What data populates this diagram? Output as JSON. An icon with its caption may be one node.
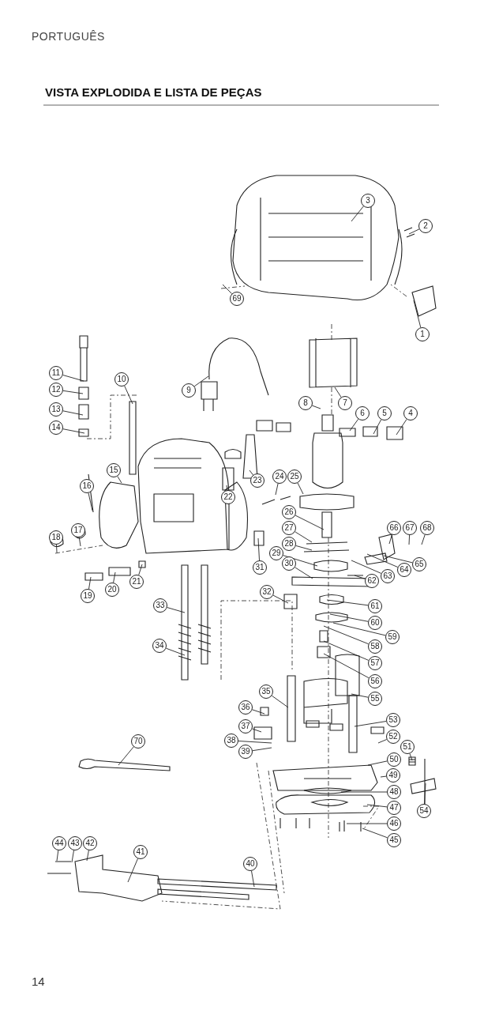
{
  "diagram": {
    "title": "VISTA EXPLODIDA E LISTA DE PEÇAS",
    "nodes": [
      {
        "text": [
          "1"
        ]
      },
      {
        "text": [
          "2"
        ]
      },
      {
        "text": [
          "3"
        ]
      },
      {
        "text": [
          "4"
        ]
      },
      {
        "text": [
          "5"
        ]
      },
      {
        "text": [
          "6"
        ]
      },
      {
        "text": [
          "7"
        ]
      },
      {
        "text": [
          "8"
        ]
      },
      {
        "text": [
          "9"
        ]
      },
      {
        "text": [
          "10"
        ]
      },
      {
        "text": [
          "11"
        ]
      },
      {
        "text": [
          "12"
        ]
      },
      {
        "text": [
          "13"
        ]
      },
      {
        "text": [
          "14"
        ]
      },
      {
        "text": [
          "15"
        ]
      },
      {
        "text": [
          "16"
        ]
      },
      {
        "text": [
          "17"
        ]
      },
      {
        "text": [
          "18"
        ]
      },
      {
        "text": [
          "19"
        ]
      },
      {
        "text": [
          "20"
        ]
      },
      {
        "text": [
          "21"
        ]
      },
      {
        "text": [
          "22"
        ]
      },
      {
        "text": [
          "23"
        ]
      },
      {
        "text": [
          "24"
        ]
      },
      {
        "text": [
          "25"
        ]
      },
      {
        "text": [
          "26"
        ]
      },
      {
        "text": [
          "27"
        ]
      },
      {
        "text": [
          "28"
        ]
      },
      {
        "text": [
          "29"
        ]
      },
      {
        "text": [
          "30"
        ]
      },
      {
        "text": [
          "31"
        ]
      },
      {
        "text": [
          "32"
        ]
      },
      {
        "text": [
          "33"
        ]
      },
      {
        "text": [
          "34"
        ]
      },
      {
        "text": [
          "35"
        ]
      },
      {
        "text": [
          "36"
        ]
      },
      {
        "text": [
          "37"
        ]
      },
      {
        "text": [
          "38"
        ]
      },
      {
        "text": [
          "39"
        ]
      },
      {
        "text": [
          "40"
        ]
      },
      {
        "text": [
          "41"
        ]
      },
      {
        "text": [
          "42"
        ]
      },
      {
        "text": [
          "43"
        ]
      },
      {
        "text": [
          "44"
        ]
      },
      {
        "text": [
          "45"
        ]
      },
      {
        "text": [
          "46"
        ]
      },
      {
        "text": [
          "47"
        ]
      },
      {
        "text": [
          "48"
        ]
      },
      {
        "text": [
          "49"
        ]
      },
      {
        "text": [
          "50"
        ]
      },
      {
        "text": [
          "51"
        ]
      },
      {
        "text": [
          "52"
        ]
      },
      {
        "text": [
          "53"
        ]
      },
      {
        "text": [
          "54"
        ]
      },
      {
        "text": [
          "55"
        ]
      },
      {
        "text": [
          "56"
        ]
      },
      {
        "text": [
          "57"
        ]
      },
      {
        "text": [
          "58"
        ]
      },
      {
        "text": [
          "59"
        ]
      },
      {
        "text": [
          "60"
        ]
      },
      {
        "text": [
          "61"
        ]
      },
      {
        "text": [
          "62"
        ]
      },
      {
        "text": [
          "63"
        ]
      },
      {
        "text": [
          "64"
        ]
      },
      {
        "text": [
          "65"
        ]
      },
      {
        "text": [
          "66"
        ]
      },
      {
        "text": [
          "67"
        ]
      },
      {
        "text": [
          "68"
        ]
      },
      {
        "text": [
          "69"
        ]
      },
      {
        "text": [
          "70"
        ]
      }
    ],
    "edges": [
      {
        "from": 0,
        "to": null,
        "arrow": "none"
      },
      {
        "from": 1,
        "to": null,
        "arrow": "none"
      },
      {
        "from": 2,
        "to": null,
        "arrow": "none"
      },
      {
        "from": 3,
        "to": null,
        "arrow": "none"
      },
      {
        "from": 4,
        "to": null,
        "arrow": "none"
      },
      {
        "from": 5,
        "to": null,
        "arrow": "none"
      },
      {
        "from": 6,
        "to": null,
        "arrow": "none"
      },
      {
        "from": 7,
        "to": null,
        "arrow": "none"
      },
      {
        "from": 8,
        "to": null,
        "arrow": "none"
      },
      {
        "from": 9,
        "to": null,
        "arrow": "none"
      },
      {
        "from": 10,
        "to": null,
        "arrow": "none"
      },
      {
        "from": 11,
        "to": null,
        "arrow": "none"
      },
      {
        "from": 12,
        "to": null,
        "arrow": "none"
      },
      {
        "from": 13,
        "to": null,
        "arrow": "none"
      },
      {
        "from": 14,
        "to": null,
        "arrow": "none"
      },
      {
        "from": 15,
        "to": null,
        "arrow": "none"
      },
      {
        "from": 16,
        "to": null,
        "arrow": "none"
      },
      {
        "from": 17,
        "to": null,
        "arrow": "none"
      },
      {
        "from": 18,
        "to": null,
        "arrow": "none"
      },
      {
        "from": 19,
        "to": null,
        "arrow": "none"
      },
      {
        "from": 20,
        "to": null,
        "arrow": "none"
      },
      {
        "from": 21,
        "to": null,
        "arrow": "none"
      },
      {
        "from": 22,
        "to": null,
        "arrow": "none"
      },
      {
        "from": 23,
        "to": null,
        "arrow": "none"
      },
      {
        "from": 24,
        "to": null,
        "arrow": "none"
      },
      {
        "from": 25,
        "to": null,
        "arrow": "none"
      },
      {
        "from": 26,
        "to": null,
        "arrow": "none"
      },
      {
        "from": 27,
        "to": null,
        "arrow": "none"
      },
      {
        "from": 28,
        "to": null,
        "arrow": "none"
      },
      {
        "from": 29,
        "to": null,
        "arrow": "none"
      },
      {
        "from": 30,
        "to": null,
        "arrow": "none"
      },
      {
        "from": 31,
        "to": null,
        "arrow": "none"
      },
      {
        "from": 32,
        "to": null,
        "arrow": "none"
      },
      {
        "from": 33,
        "to": null,
        "arrow": "none"
      },
      {
        "from": 34,
        "to": null,
        "arrow": "none"
      },
      {
        "from": 35,
        "to": null,
        "arrow": "none"
      },
      {
        "from": 36,
        "to": null,
        "arrow": "none"
      },
      {
        "from": 37,
        "to": null,
        "arrow": "none"
      },
      {
        "from": 38,
        "to": null,
        "arrow": "none"
      },
      {
        "from": 39,
        "to": null,
        "arrow": "none"
      },
      {
        "from": 40,
        "to": null,
        "arrow": "none"
      },
      {
        "from": 41,
        "to": null,
        "arrow": "none"
      },
      {
        "from": 42,
        "to": null,
        "arrow": "none"
      },
      {
        "from": 43,
        "to": null,
        "arrow": "none"
      },
      {
        "from": 44,
        "to": null,
        "arrow": "none"
      },
      {
        "from": 45,
        "to": null,
        "arrow": "none"
      },
      {
        "from": 46,
        "to": null,
        "arrow": "none"
      },
      {
        "from": 47,
        "to": null,
        "arrow": "none"
      },
      {
        "from": 48,
        "to": null,
        "arrow": "none"
      },
      {
        "from": 49,
        "to": null,
        "arrow": "none"
      },
      {
        "from": 50,
        "to": null,
        "arrow": "none"
      },
      {
        "from": 51,
        "to": null,
        "arrow": "none"
      },
      {
        "from": 52,
        "to": null,
        "arrow": "none"
      },
      {
        "from": 53,
        "to": null,
        "arrow": "none"
      },
      {
        "from": 54,
        "to": null,
        "arrow": "none"
      },
      {
        "from": 55,
        "to": null,
        "arrow": "none"
      },
      {
        "from": 56,
        "to": null,
        "arrow": "none"
      },
      {
        "from": 57,
        "to": null,
        "arrow": "none"
      },
      {
        "from": 58,
        "to": null,
        "arrow": "none"
      },
      {
        "from": 59,
        "to": null,
        "arrow": "none"
      },
      {
        "from": 60,
        "to": null,
        "arrow": "none"
      },
      {
        "from": 61,
        "to": null,
        "arrow": "none"
      },
      {
        "from": 62,
        "to": null,
        "arrow": "none"
      },
      {
        "from": 63,
        "to": null,
        "arrow": "none"
      },
      {
        "from": 64,
        "to": null,
        "arrow": "none"
      },
      {
        "from": 65,
        "to": null,
        "arrow": "none"
      },
      {
        "from": 66,
        "to": null,
        "arrow": "none"
      },
      {
        "from": 67,
        "to": null,
        "arrow": "none"
      },
      {
        "from": 68,
        "to": null,
        "arrow": "none"
      },
      {
        "from": 69,
        "to": null,
        "arrow": "none"
      }
    ],
    "labels": [
      "PORTUGUÊS",
      "14"
    ]
  }
}
